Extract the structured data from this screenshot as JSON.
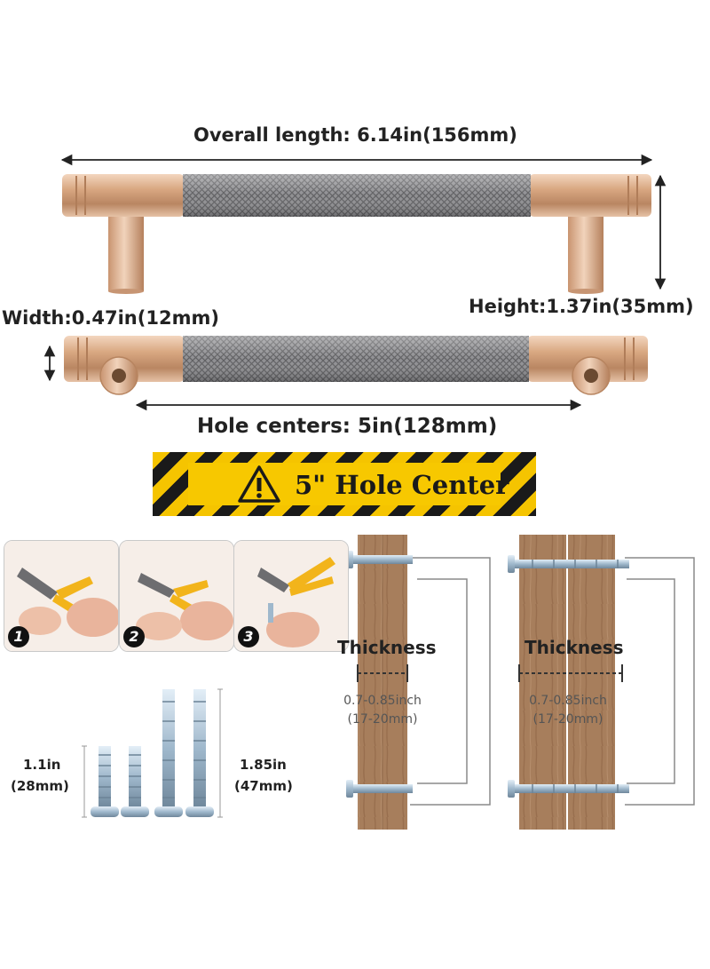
{
  "dimensions": {
    "overall_length": "Overall length: 6.14in(156mm)",
    "height": "Height:1.37in(35mm)",
    "width": "Width:0.47in(12mm)",
    "hole_centers": "Hole centers: 5in(128mm)"
  },
  "banner": {
    "text": "5\" Hole Center"
  },
  "steps": [
    {
      "number": "1"
    },
    {
      "number": "2"
    },
    {
      "number": "3"
    }
  ],
  "screws": {
    "short_length": "1.1in",
    "short_length_mm": "(28mm)",
    "long_length": "1.85in",
    "long_length_mm": "(47mm)"
  },
  "installs": [
    {
      "title": "Thickness",
      "range": "0.7-0.85inch",
      "range_mm": "(17-20mm)"
    },
    {
      "title": "Thickness",
      "range": "0.7-0.85inch",
      "range_mm": "(17-20mm)"
    }
  ],
  "colors": {
    "brass": "#d9a882",
    "knurl": "#8a8a8c",
    "banner_yellow": "#f7c800",
    "wood": "#a77e5c"
  }
}
